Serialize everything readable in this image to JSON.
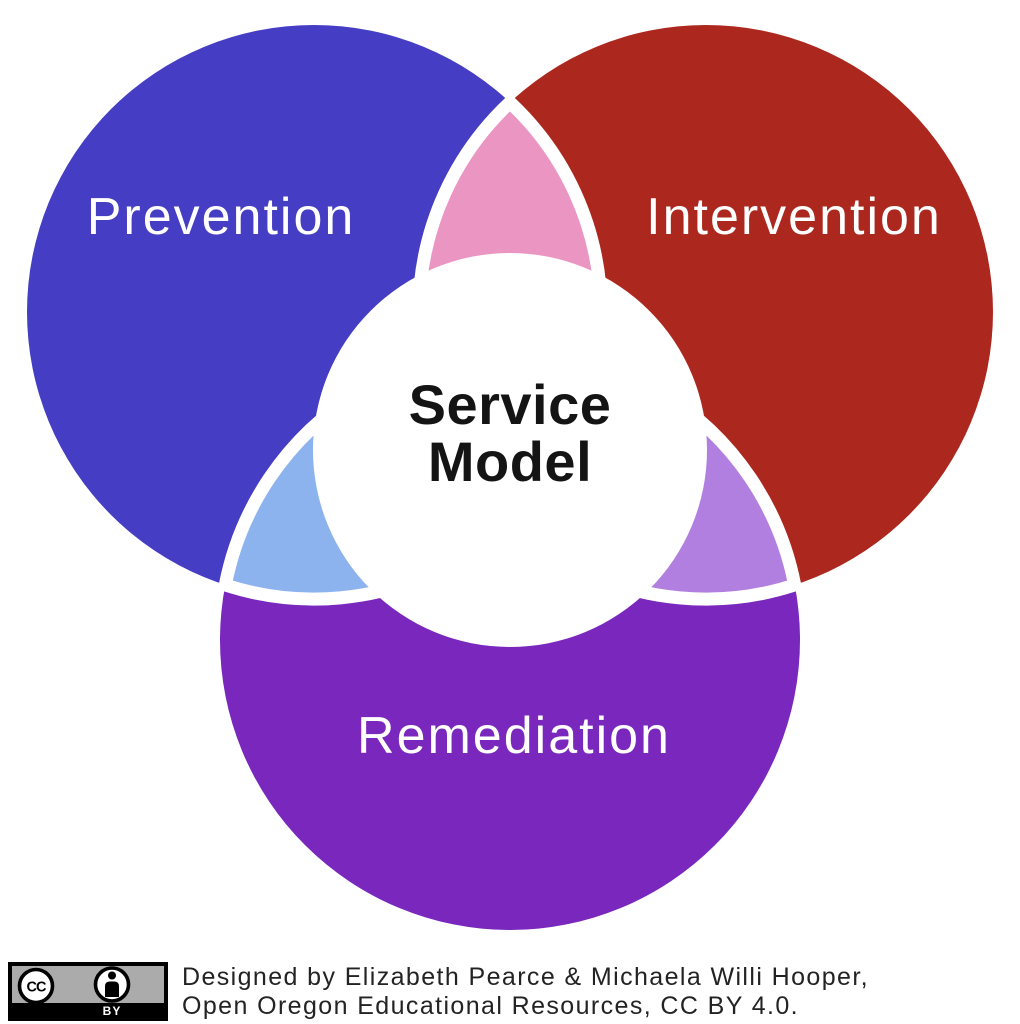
{
  "diagram": {
    "title": "Service Model",
    "title_lines": [
      "Service",
      "Model"
    ],
    "title_color": "#141414",
    "center_fill": "#FFFFFF",
    "label_color": "#FFFFFF",
    "circles": [
      {
        "id": "prevention",
        "label": "Prevention",
        "color": "#453DC3"
      },
      {
        "id": "intervention",
        "label": "Intervention",
        "color": "#AC281E"
      },
      {
        "id": "remediation",
        "label": "Remediation",
        "color": "#7927BD"
      }
    ],
    "overlaps": [
      {
        "id": "prevention-intervention",
        "color": "#EB95C2"
      },
      {
        "id": "prevention-remediation",
        "color": "#8DB3EF"
      },
      {
        "id": "intervention-remediation",
        "color": "#B17FE0"
      }
    ]
  },
  "footer": {
    "badge": {
      "cc_label": "CC",
      "by_label": "BY",
      "gray": "#ABABAB",
      "icons": [
        "cc-icon",
        "attribution-person-icon"
      ]
    },
    "attribution_line1": "Designed by Elizabeth Pearce & Michaela Willi Hooper,",
    "attribution_line2": "Open Oregon Educational Resources, CC BY 4.0."
  }
}
